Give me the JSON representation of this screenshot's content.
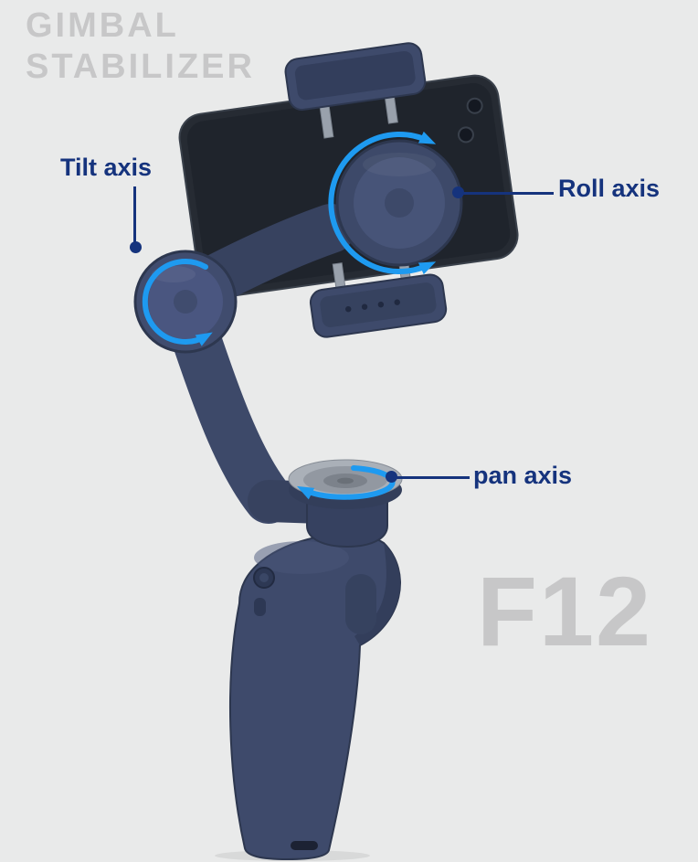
{
  "watermark": {
    "line1": "GIMBAL",
    "line2": "STABILIZER"
  },
  "labels": {
    "tilt": "Tilt axis",
    "roll": "Roll axis",
    "pan": "pan axis"
  },
  "model": "F12",
  "illustration": {
    "name": "3-axis smartphone gimbal stabilizer with mounted phone",
    "parts": [
      "phone",
      "phone-clamp",
      "roll-motor",
      "tilt-motor",
      "arm",
      "pan-motor",
      "handle",
      "rotation-arrows"
    ]
  },
  "colors": {
    "background": "#e9eaea",
    "label_text": "#15337d",
    "arrow_blue": "#1e9af0",
    "watermark": "#c7c7c8",
    "body_navy": "#3e4a6b",
    "phone_dark": "#262b33"
  }
}
